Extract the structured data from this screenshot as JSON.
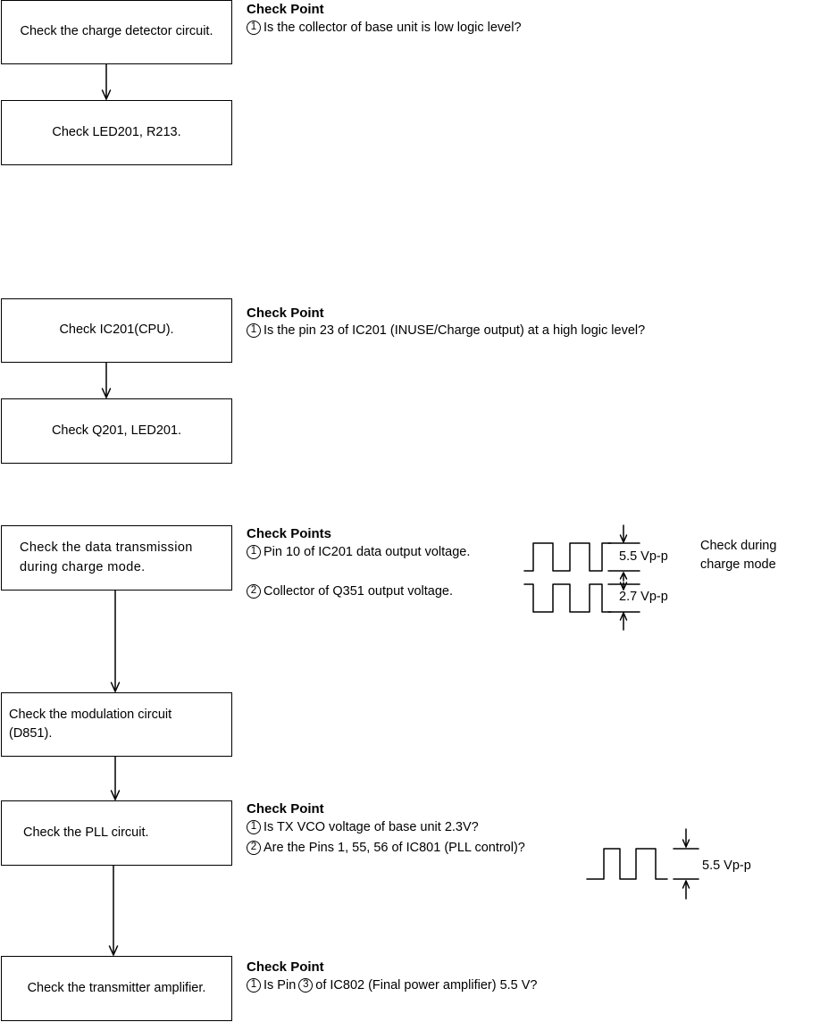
{
  "sections": [
    {
      "boxes": [
        "Check the charge detector circuit.",
        "Check LED201, R213."
      ],
      "check_title": "Check Point",
      "checks": [
        {
          "num": "1",
          "text": "Is the collector of base unit is low logic level?"
        }
      ]
    },
    {
      "boxes": [
        "Check IC201(CPU).",
        "Check Q201, LED201."
      ],
      "check_title": "Check Point",
      "checks": [
        {
          "num": "1",
          "text": "Is the pin 23 of IC201 (INUSE/Charge output) at a high logic level?"
        }
      ]
    },
    {
      "boxes": [
        [
          "Check the data transmission",
          "during charge mode."
        ],
        [
          "Check the modulation circuit",
          "(D851)."
        ]
      ],
      "check_title": "Check Points",
      "checks": [
        {
          "num": "1",
          "text": "Pin 10 of IC201 data output voltage."
        },
        {
          "num": "2",
          "text": "Collector of Q351 output voltage."
        }
      ],
      "waveform": {
        "label_top": "5.5 Vp-p",
        "label_bottom": "2.7 Vp-p",
        "note": [
          "Check during",
          "charge mode"
        ]
      }
    },
    {
      "boxes": [
        "Check the PLL circuit."
      ],
      "check_title": "Check Point",
      "checks": [
        {
          "num": "1",
          "text": "Is TX VCO voltage of base unit 2.3V?"
        },
        {
          "num": "2",
          "text": "Are the Pins 1, 55, 56 of IC801 (PLL control)?"
        }
      ],
      "waveform": {
        "label": "5.5 Vp-p"
      }
    },
    {
      "boxes": [
        "Check the transmitter amplifier."
      ],
      "check_title": "Check Point",
      "checks": [
        {
          "num": "1",
          "pre": "Is Pin",
          "inline_num": "3",
          "post": "of IC802 (Final power amplifier) 5.5 V?"
        }
      ]
    }
  ]
}
